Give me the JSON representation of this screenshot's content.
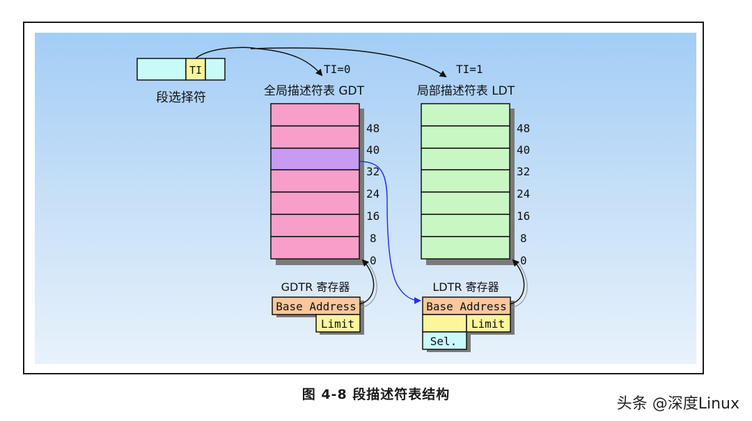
{
  "selector": {
    "label": "段选择符",
    "ti_field": "TI"
  },
  "gdt": {
    "title": "全局描述符表 GDT",
    "arrow_label": "TI=0",
    "offsets": [
      "48",
      "40",
      "32",
      "24",
      "16",
      "8",
      "0"
    ],
    "register_title": "GDTR 寄存器",
    "base_label": "Base Address",
    "limit_label": "Limit"
  },
  "ldt": {
    "title": "局部描述符表 LDT",
    "arrow_label": "TI=1",
    "offsets": [
      "48",
      "40",
      "32",
      "24",
      "16",
      "8",
      "0"
    ],
    "register_title": "LDTR 寄存器",
    "base_label": "Base Address",
    "limit_label": "Limit",
    "sel_label": "Sel."
  },
  "caption": "图 4-8 段描述符表结构",
  "watermark": "头条 @深度Linux",
  "colors": {
    "gdt_entry": "#f79fc8",
    "gdt_selected_entry": "#c79bf2",
    "ldt_entry": "#c9f7c3",
    "selector_fill": "#c9fafa",
    "ti_fill": "#fbf59b",
    "base_fill": "#f9c79b",
    "limit_fill": "#fbf59b",
    "sel_fill": "#c9fafa",
    "link_arrow": "#2a2ef0"
  }
}
